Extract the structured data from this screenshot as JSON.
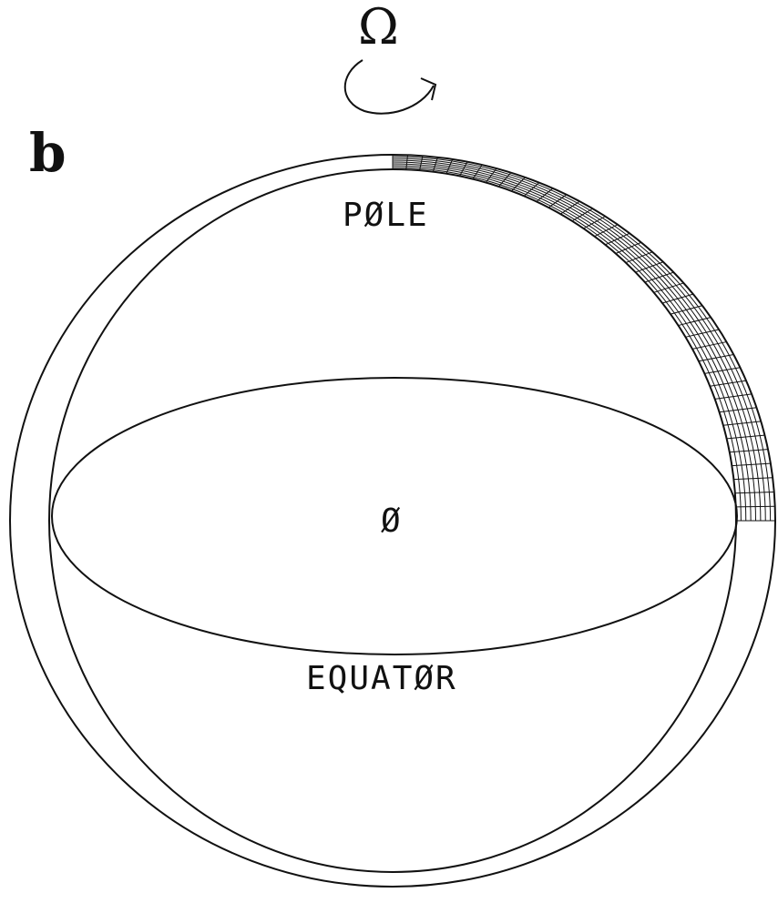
{
  "figure": {
    "panel_label": "b",
    "rotation_symbol": "Ω",
    "pole_label": "PØLE",
    "equator_label": "EQUATØR",
    "center_label": "Ø",
    "rotation_arrow_icon": "curved-arrow-icon",
    "grid": {
      "radial_divisions": 8,
      "angular_divisions": 40,
      "latitude_extent_deg": 90
    }
  }
}
